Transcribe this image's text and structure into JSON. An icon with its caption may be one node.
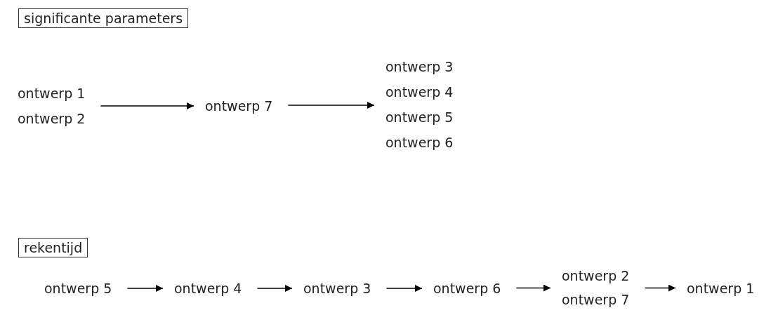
{
  "diagram": {
    "nodes": [
      {
        "text": [
          "significante parameters"
        ]
      },
      {
        "text": [
          "ontwerp 1",
          "ontwerp 2"
        ]
      },
      {
        "text": [
          "ontwerp 7"
        ]
      },
      {
        "text": [
          "ontwerp 3",
          "ontwerp 4",
          "ontwerp 5",
          "ontwerp 6"
        ]
      },
      {
        "text": [
          "rekentijd"
        ]
      },
      {
        "text": [
          "ontwerp 5"
        ]
      },
      {
        "text": [
          "ontwerp 4"
        ]
      },
      {
        "text": [
          "ontwerp 3"
        ]
      },
      {
        "text": [
          "ontwerp 6"
        ]
      },
      {
        "text": [
          "ontwerp 2",
          "ontwerp 7"
        ]
      },
      {
        "text": [
          "ontwerp 1"
        ]
      }
    ],
    "edges": [
      {
        "from": 1,
        "to": 2,
        "arrow": "to"
      },
      {
        "from": 2,
        "to": 3,
        "arrow": "to"
      },
      {
        "from": 5,
        "to": 6,
        "arrow": "to"
      },
      {
        "from": 6,
        "to": 7,
        "arrow": "to"
      },
      {
        "from": 7,
        "to": 8,
        "arrow": "to"
      },
      {
        "from": 8,
        "to": 9,
        "arrow": "to"
      },
      {
        "from": 9,
        "to": 10,
        "arrow": "to"
      }
    ]
  }
}
